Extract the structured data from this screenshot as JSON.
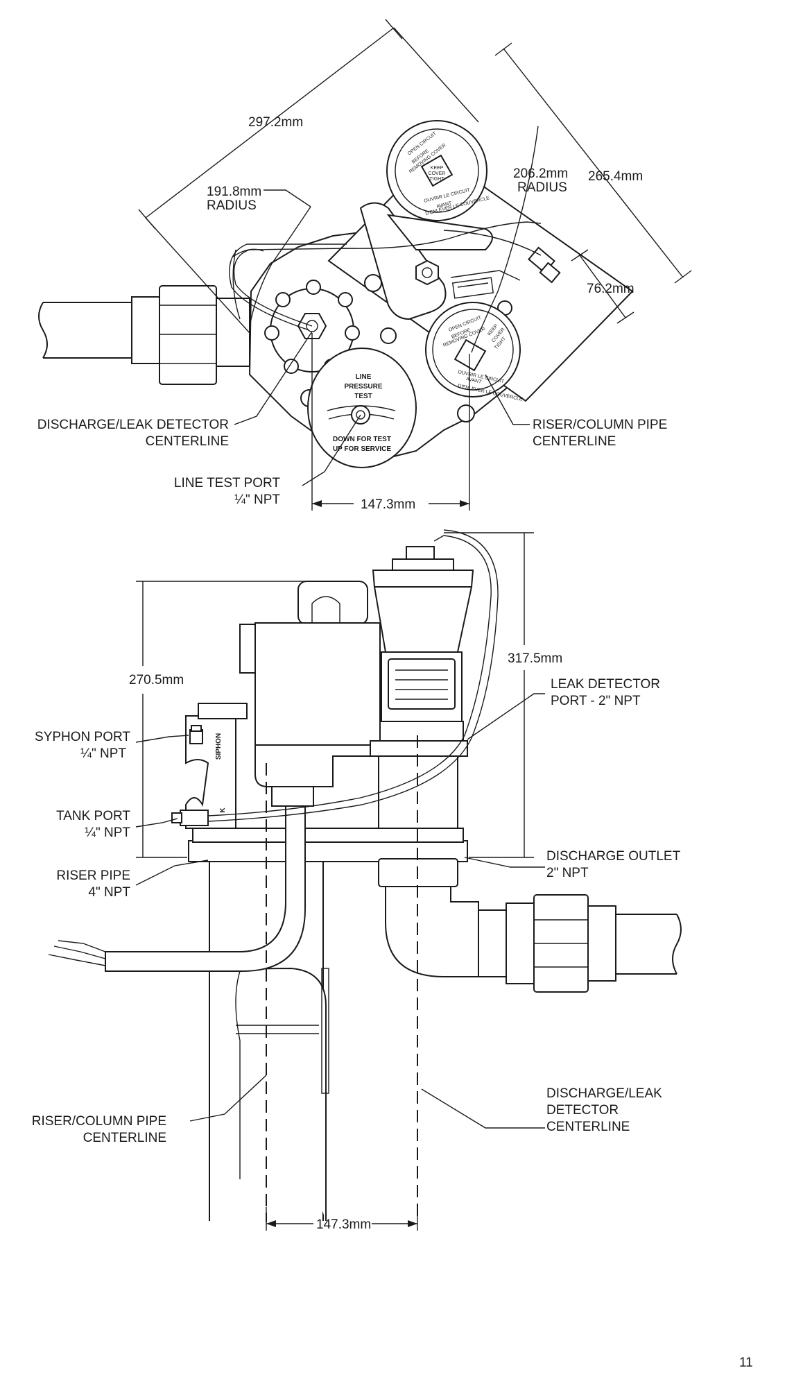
{
  "top_view": {
    "dim_width": "297.2mm",
    "dim_radius_left_value": "191.8mm",
    "dim_radius_left_word": "RADIUS",
    "dim_radius_right_value": "206.2mm",
    "dim_radius_right_word": "RADIUS",
    "dim_depth": "265.4mm",
    "dim_offset": "76.2mm",
    "dim_spacing": "147.3mm",
    "discharge_label_line1": "DISCHARGE/LEAK DETECTOR",
    "discharge_label_line2": "CENTERLINE",
    "riser_label_line1": "RISER/COLUMN PIPE",
    "riser_label_line2": "CENTERLINE",
    "line_test_label_line1": "LINE TEST PORT",
    "line_test_label_line2": "¼\" NPT",
    "plate_line_pressure": [
      "LINE",
      "PRESSURE",
      "TEST"
    ],
    "plate_service": [
      "DOWN FOR TEST",
      "UP FOR SERVICE"
    ],
    "cover_warning": [
      "OPEN CIRCUIT",
      "BEFORE",
      "REMOVING COVER"
    ],
    "cover_keep": [
      "KEEP",
      "COVER",
      "TIGHT"
    ],
    "cover_french": [
      "OUVRIR LE CIRCUIT",
      "AVANT",
      "D'ENLEVER LE COUVERCLE"
    ]
  },
  "side_view": {
    "dim_height_left": "270.5mm",
    "dim_height_right": "317.5mm",
    "dim_spacing": "147.3mm",
    "syphon_label_line1": "SYPHON PORT",
    "syphon_label_line2": "¼\" NPT",
    "syphon_stamp": "SIPHON",
    "tank_label_line1": "TANK PORT",
    "tank_label_line2": "¼\" NPT",
    "tank_stamp": "K",
    "riser_pipe_line1": "RISER PIPE",
    "riser_pipe_line2": "4\" NPT",
    "leak_port_line1": "LEAK DETECTOR",
    "leak_port_line2": "PORT - 2\" NPT",
    "discharge_outlet_line1": "DISCHARGE OUTLET",
    "discharge_outlet_line2": "2\" NPT",
    "riser_center_line1": "RISER/COLUMN PIPE",
    "riser_center_line2": "CENTERLINE",
    "discharge_center_line1": "DISCHARGE/LEAK",
    "discharge_center_line2": "DETECTOR",
    "discharge_center_line3": "CENTERLINE"
  },
  "page_number": "11"
}
